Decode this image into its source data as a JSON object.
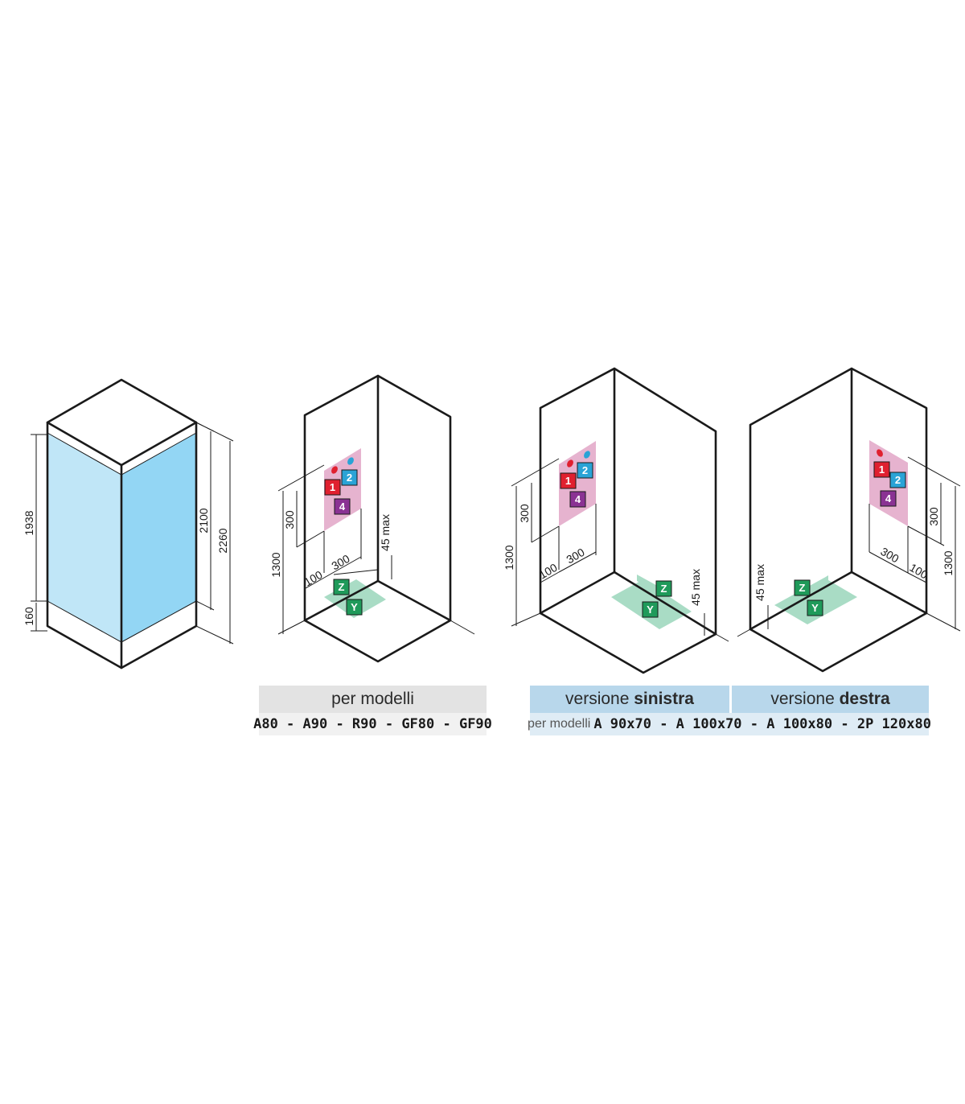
{
  "cabin": {
    "dims": {
      "h1938": "1938",
      "h160": "160",
      "h2100": "2100",
      "h2260": "2260"
    }
  },
  "diagram": {
    "dims": {
      "d1300": "1300",
      "d300v": "300",
      "d300h": "300",
      "d100": "100",
      "d45": "45 max"
    },
    "badges": {
      "b1": "1",
      "b2": "2",
      "b4": "4",
      "z": "Z",
      "y": "Y"
    }
  },
  "labels": {
    "models_header": "per modelli",
    "models_list": "A80 - A90 - R90 - GF80 - GF90",
    "left_prefix": "versione ",
    "left_bold": "sinistra",
    "right_prefix": "versione ",
    "right_bold": "destra",
    "models2_prefix": "per modelli",
    "models2_list": "A 90x70 - A 100x70 - A 100x80 - 2P 120x80"
  },
  "colors": {
    "glass_light": "#c0e6f7",
    "glass_dark": "#93d6f4",
    "panel_pink": "#e6b3cf",
    "tray_green": "#a9dcc5",
    "badge_1": "#e0202f",
    "badge_2": "#2aa3d6",
    "badge_4": "#8a3293",
    "badge_zy": "#1f9a5a",
    "header_grey": "#e3e3e3",
    "models_grey": "#f1f1f1",
    "header_blue": "#b8d7eb",
    "models_blue": "#dfecf5"
  },
  "icons": [
    "hot-water-drop-icon",
    "cold-water-drop-icon"
  ]
}
